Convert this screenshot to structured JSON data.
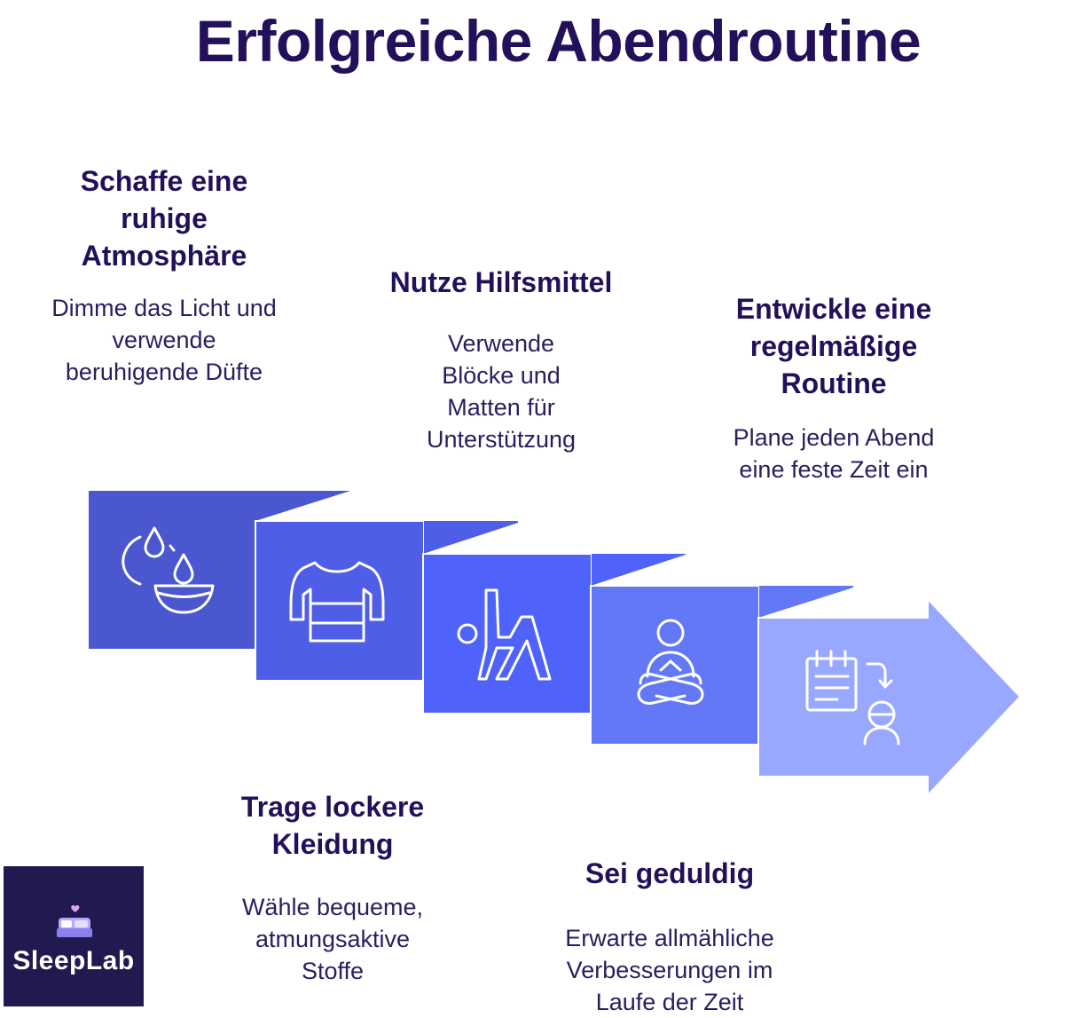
{
  "title": "Erfolgreiche Abendroutine",
  "steps": [
    {
      "heading": "Schaffe eine ruhige Atmosphäre",
      "description": "Dimme das Licht und verwende beruhigende Düfte",
      "icon": "candle-oil-icon",
      "color": "#4a57cf"
    },
    {
      "heading": "Trage lockere Kleidung",
      "description": "Wähle bequeme, atmungsaktive Stoffe",
      "icon": "shirt-icon",
      "color": "#4e5ee6"
    },
    {
      "heading": "Nutze Hilfsmittel",
      "description": "Verwende Blöcke und Matten für Unterstützung",
      "icon": "yoga-pose-icon",
      "color": "#4f63fa"
    },
    {
      "heading": "Sei geduldig",
      "description": "Erwarte allmähliche Verbesserungen im Laufe der Zeit",
      "icon": "meditation-icon",
      "color": "#6378f7"
    },
    {
      "heading": "Entwickle eine regelmäßige Routine",
      "description": "Plane jeden Abend eine feste Zeit ein",
      "icon": "calendar-person-icon",
      "color": "#98a8ff"
    }
  ],
  "logo": {
    "text": "SleepLab",
    "background": "#211a50"
  }
}
